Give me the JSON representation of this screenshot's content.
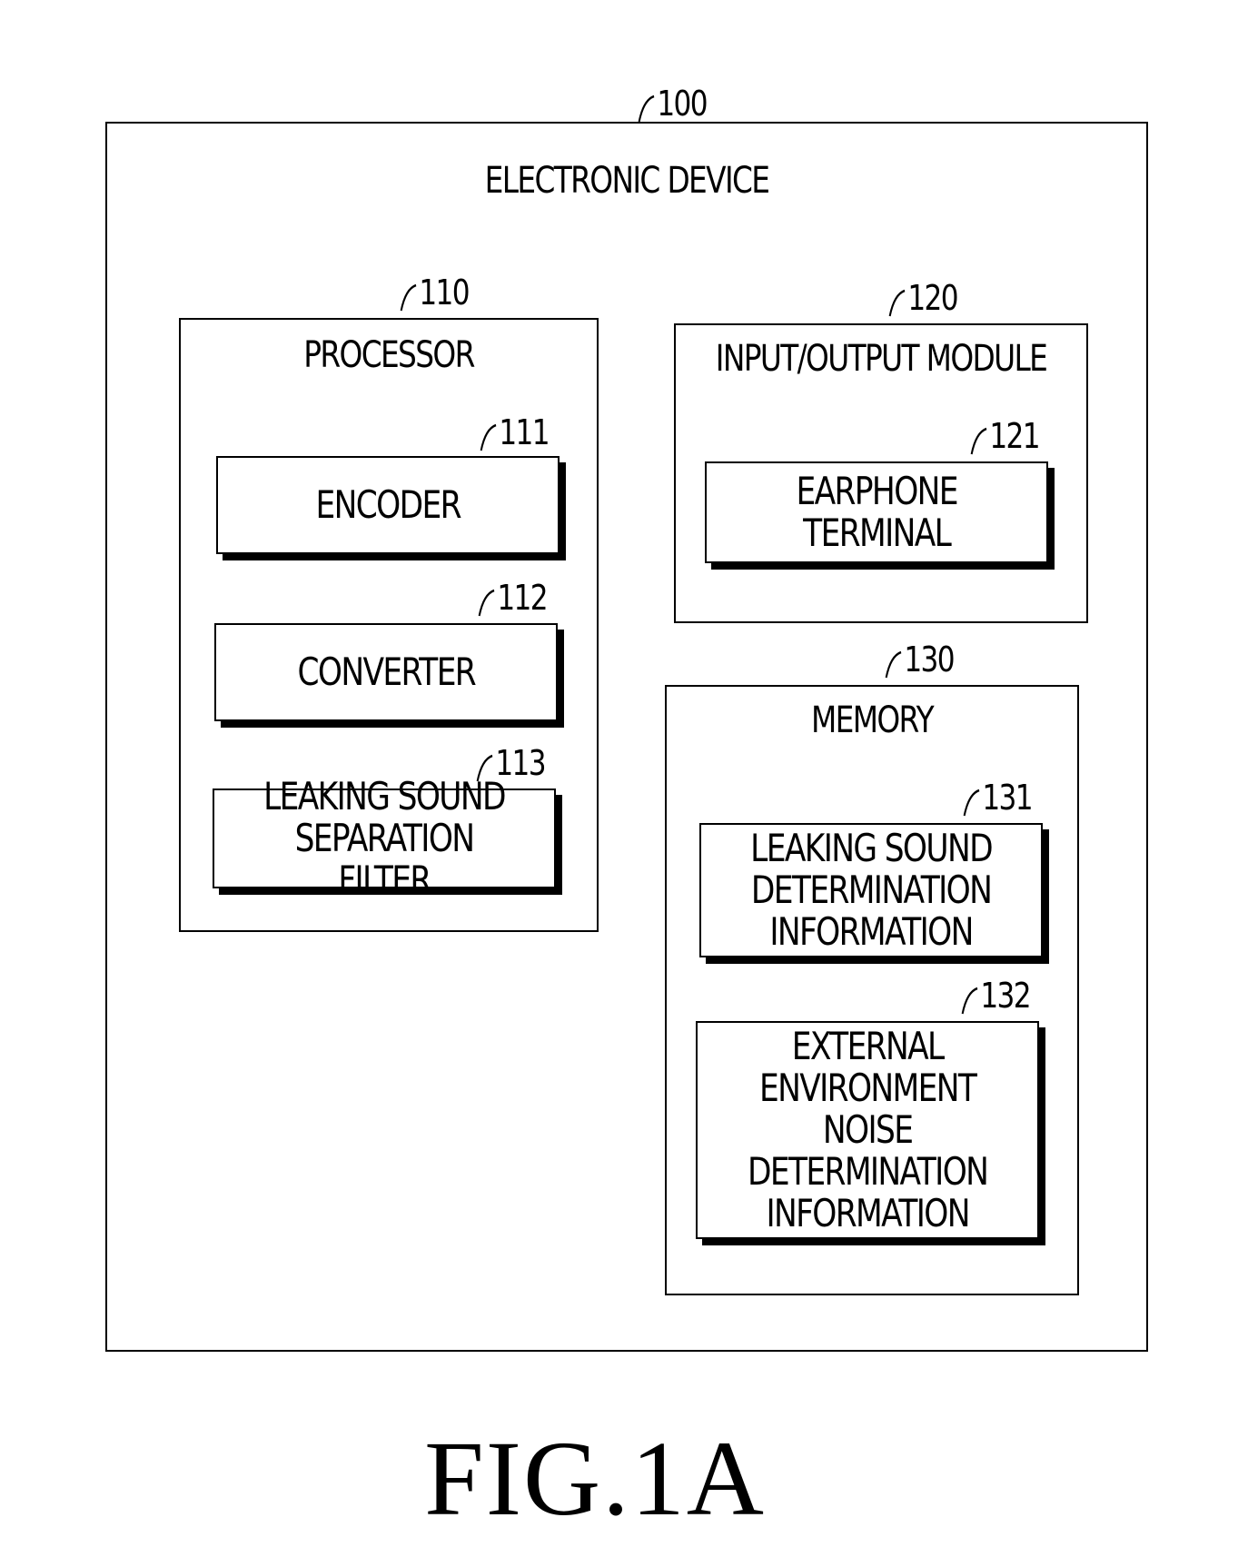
{
  "device": {
    "ref": "100",
    "title": "ELECTRONIC DEVICE"
  },
  "processor": {
    "ref": "110",
    "title": "PROCESSOR",
    "encoder": {
      "ref": "111",
      "label": "ENCODER"
    },
    "converter": {
      "ref": "112",
      "label": "CONVERTER"
    },
    "filter": {
      "ref": "113",
      "label": "LEAKING SOUND\nSEPARATION FILTER"
    }
  },
  "io_module": {
    "ref": "120",
    "title": "INPUT/OUTPUT MODULE",
    "earphone": {
      "ref": "121",
      "label": "EARPHONE\nTERMINAL"
    }
  },
  "memory": {
    "ref": "130",
    "title": "MEMORY",
    "leaking_info": {
      "ref": "131",
      "label": "LEAKING SOUND\nDETERMINATION\nINFORMATION"
    },
    "noise_info": {
      "ref": "132",
      "label": "EXTERNAL\nENVIRONMENT\nNOISE\nDETERMINATION\nINFORMATION"
    }
  },
  "caption": "FIG.1A"
}
